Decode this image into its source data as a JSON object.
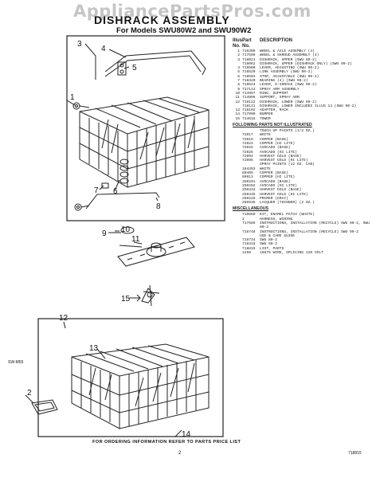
{
  "watermark": "AppliancePartsPros.com",
  "title": "DISHRACK ASSEMBLY",
  "subtitle": "For Models SWU80W2 and SWU90W2",
  "side_label": "SW-M55",
  "callouts": [
    "1",
    "2",
    "3",
    "4",
    "5",
    "6",
    "7",
    "8",
    "9",
    "10",
    "11",
    "12",
    "13",
    "14",
    "15"
  ],
  "table_headers": {
    "illus_no": "Illus. No.",
    "part_no": "Part No.",
    "description": "DESCRIPTION"
  },
  "parts": [
    {
      "no": "1",
      "part": "716308",
      "desc": "WHEEL & AXLE ASSEMBLY (4)"
    },
    {
      "no": "2",
      "part": "717509",
      "desc": "WHEEL & SHROUD ASSEMBLY (4)"
    },
    {
      "no": "3",
      "part": "718021",
      "desc": "DISHRACK, UPPER (SWU 80-2)"
    },
    {
      "no": "",
      "part": "718062",
      "desc": "DISHRACK, UPPER (DISHRACK ONLY) (SWU 90-2)"
    },
    {
      "no": "4",
      "part": "719500",
      "desc": "LEVER, ADJUSTING (SWU 90-2)"
    },
    {
      "no": "5",
      "part": "718520",
      "desc": "LINK ASSEMBLY (SWU 90-2)"
    },
    {
      "no": "6",
      "part": "718503",
      "desc": "STOP, ADJUSTABLE (SWU 90-2)"
    },
    {
      "no": "7",
      "part": "718320",
      "desc": "BEARING (4) (SWU 90-2)"
    },
    {
      "no": "8",
      "part": "718524",
      "desc": "LEVER, D-SHRACK (SWU 90-2)"
    },
    {
      "no": "9",
      "part": "717113",
      "desc": "SPRAY ARM ASSEMBLY"
    },
    {
      "no": "10",
      "part": "714997",
      "desc": "RING, SUPPORT"
    },
    {
      "no": "11",
      "part": "714996",
      "desc": "SUPPORT, SPRAY ARM"
    },
    {
      "no": "12",
      "part": "718122",
      "desc": "DISHRACK, LOWER (SWU 80-2)"
    },
    {
      "no": "",
      "part": "718121",
      "desc": "DISHRACK, LOWER INCLUDES ILLUS 14 (SWU 90-2)"
    },
    {
      "no": "13",
      "part": "718102",
      "desc": "ADAPTER, RACK"
    },
    {
      "no": "14",
      "part": "717900",
      "desc": "BUMPER"
    },
    {
      "no": "15",
      "part": "714618",
      "desc": "TOWER"
    }
  ],
  "touchup_title": "FOLLOWING PARTS NOT ILLUSTRATED",
  "touchup_intro": "TOUCH UP PAINTS (1/2 OZ.)",
  "touchup": [
    {
      "part": "72017",
      "desc": "WHITE"
    },
    {
      "part": "72019",
      "desc": "COPPER (BASE)"
    },
    {
      "part": "72024",
      "desc": "COPPER (HI LITE)"
    },
    {
      "part": "72025",
      "desc": "AVOCADO (BASE)"
    },
    {
      "part": "72025",
      "desc": "AVOCADO (HI LITE)"
    },
    {
      "part": "72094",
      "desc": "HARVEST GOLD (BASE)"
    },
    {
      "part": "72095",
      "desc": "HARVEST GOLD (HI LITE)"
    },
    {
      "part": "",
      "desc": "SPRAY PAINTS (12 OZ. CAN)"
    },
    {
      "part": "194393",
      "desc": "WHITE"
    },
    {
      "part": "89405",
      "desc": "COPPER (BASE)"
    },
    {
      "part": "89913",
      "desc": "COPPER (HI LITE)"
    },
    {
      "part": "250291",
      "desc": "AVOCADO (BASE)"
    },
    {
      "part": "250292",
      "desc": "AVOCADO (HI LITE)"
    },
    {
      "part": "250334",
      "desc": "HARVEST GOLD (BASE)"
    },
    {
      "part": "250335",
      "desc": "HARVEST GOLD (HI LITE)"
    },
    {
      "part": "250228",
      "desc": "PRIMER (GRAY)"
    },
    {
      "part": "286935",
      "desc": "LACQUER (THINNER) (2 OZ.)"
    }
  ],
  "misc_title": "MISCELLANEOUS",
  "misc": [
    {
      "part": "719660",
      "desc": "KIT, ENAMEL PATCH (WHITE)"
    },
    {
      "part": "2",
      "desc": "HARNESS, WIRING"
    },
    {
      "part": "717689",
      "desc": "INSTRUCTIONS, INSTALLATION (RECYCLE) SWU 90-2, SWU 80-2"
    },
    {
      "part": "718748",
      "desc": "INSTRUCTIONS, INSTALLATION (RECYCLE) SWU 90-2"
    },
    {
      "part": "",
      "desc": "USE & CARE GUIDE"
    },
    {
      "part": "718734",
      "desc": "SWU 80-2"
    },
    {
      "part": "718315",
      "desc": "SWU 90-2"
    },
    {
      "part": "718815",
      "desc": "LIST, PARTS"
    },
    {
      "part": "1250",
      "desc": "10875 WIRE, SPLICING 120 VOLT"
    }
  ],
  "footer": "FOR ORDERING INFORMATION REFER TO PARTS PRICE LIST",
  "page_number": "2",
  "doc_number": "718815"
}
